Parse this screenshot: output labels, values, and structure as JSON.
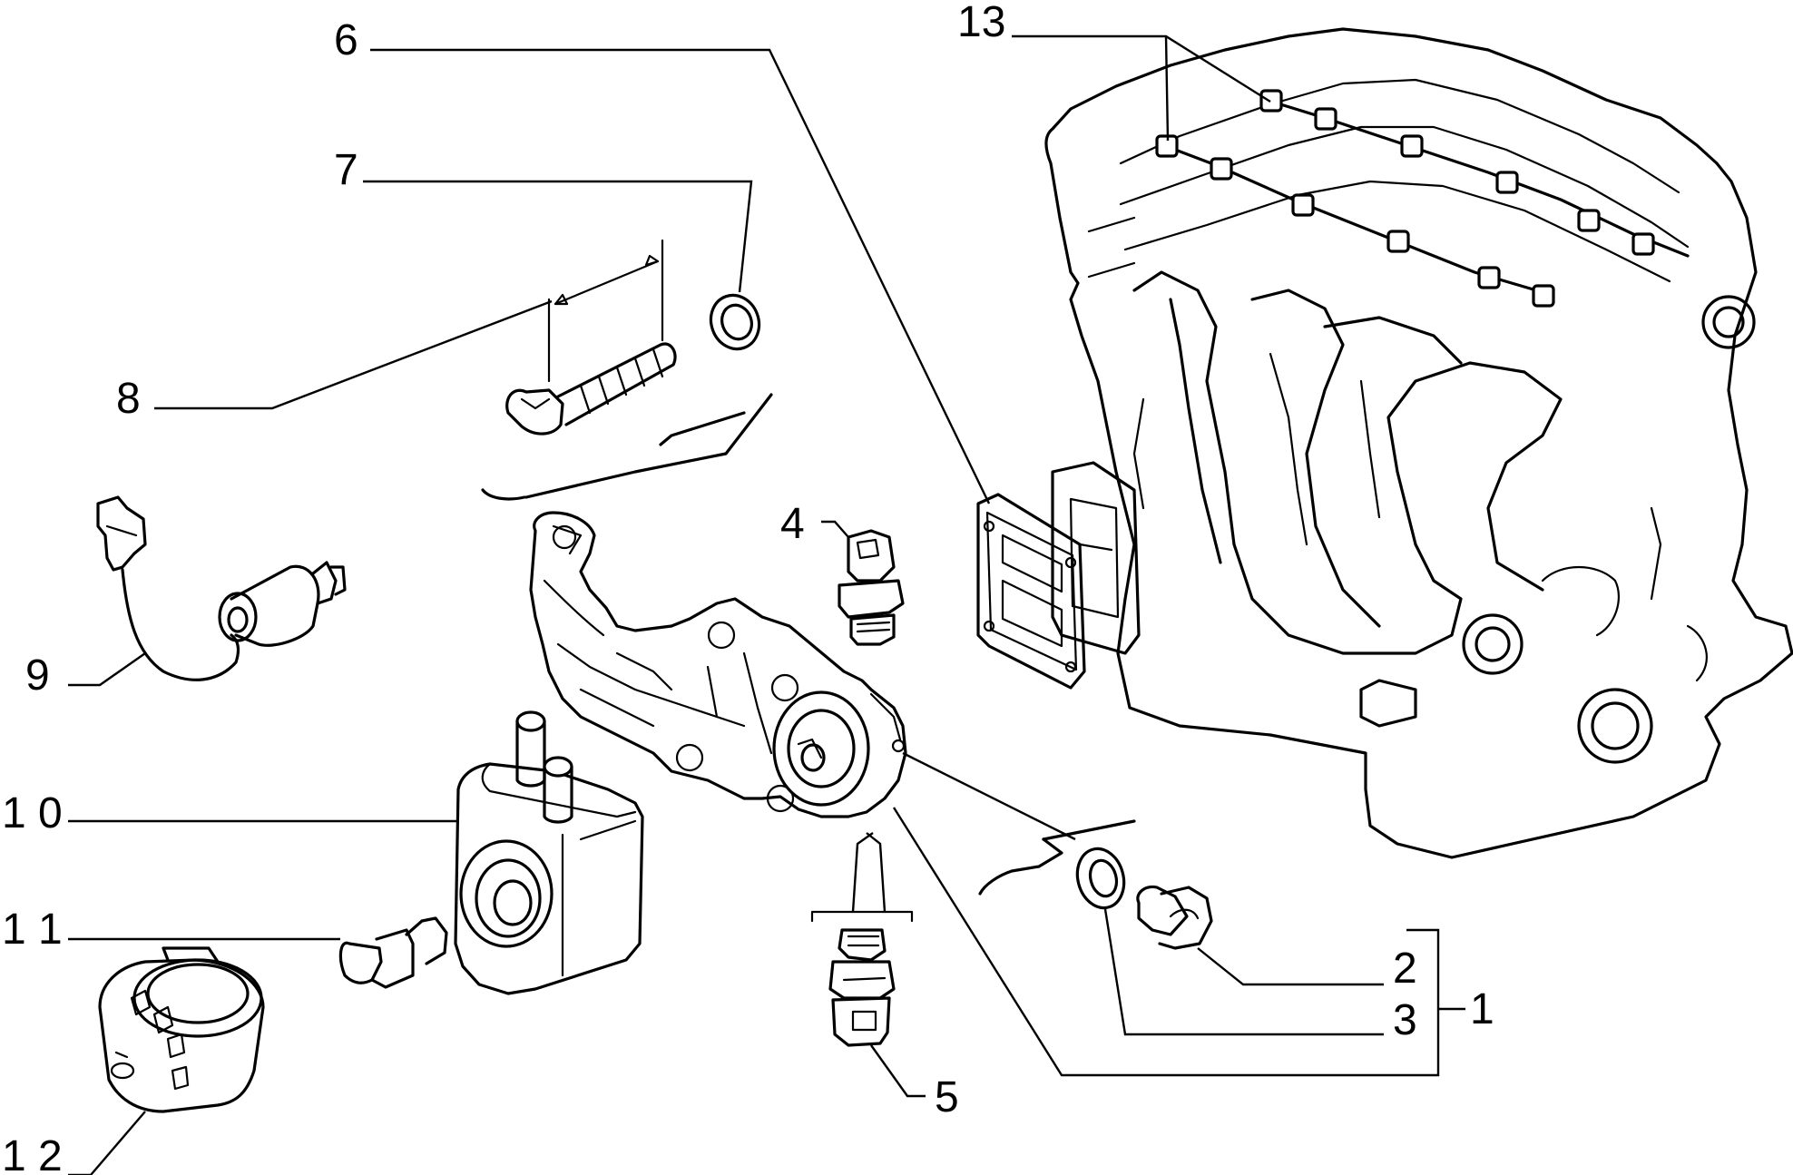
{
  "callouts": [
    {
      "id": "1",
      "label": "1"
    },
    {
      "id": "2",
      "label": "2"
    },
    {
      "id": "3",
      "label": "3"
    },
    {
      "id": "4",
      "label": "4"
    },
    {
      "id": "5",
      "label": "5"
    },
    {
      "id": "6",
      "label": "6"
    },
    {
      "id": "7",
      "label": "7"
    },
    {
      "id": "8",
      "label": "8"
    },
    {
      "id": "9",
      "label": "9"
    },
    {
      "id": "10",
      "label": "1 0"
    },
    {
      "id": "11",
      "label": "1 1"
    },
    {
      "id": "12",
      "label": "1 2"
    },
    {
      "id": "13",
      "label": "13"
    }
  ]
}
